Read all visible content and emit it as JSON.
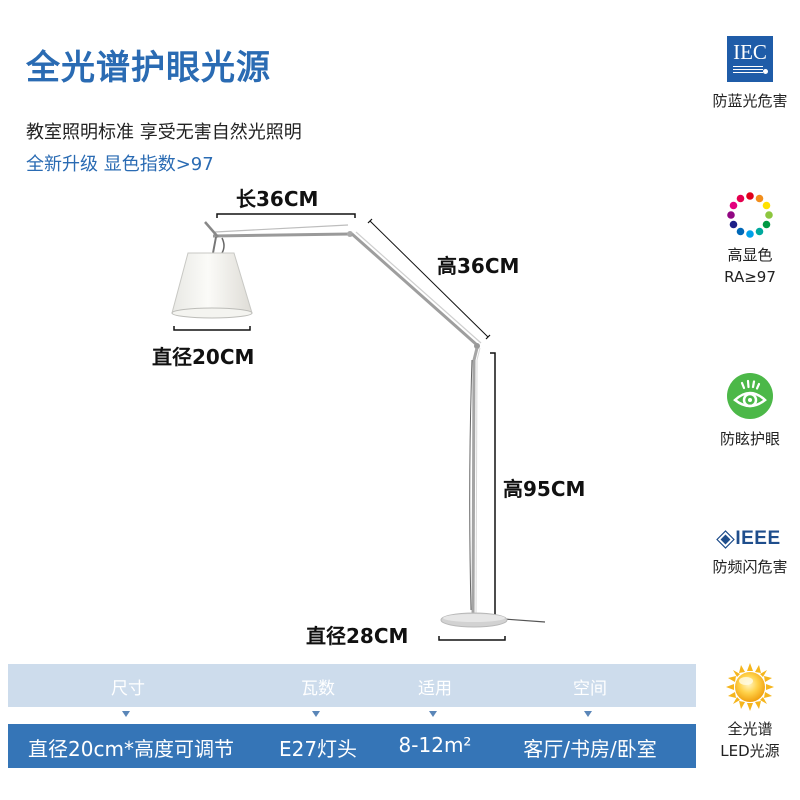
{
  "header": {
    "title": "全光谱护眼光源",
    "subtitle": "教室照明标准 享受无害自然光照明",
    "highlight": "全新升级 显色指数>97"
  },
  "dimensions": {
    "arm_length": "长36CM",
    "arm_height": "高36CM",
    "shade_diameter": "直径20CM",
    "pole_height": "高95CM",
    "base_diameter": "直径28CM"
  },
  "features": [
    {
      "icon": "iec-logo-icon",
      "icon_text": "IEC",
      "label": "防蓝光危害"
    },
    {
      "icon": "color-wheel-icon",
      "label": "高显色",
      "label2": "RA≥97"
    },
    {
      "icon": "eye-protection-icon",
      "label": "防眩护眼"
    },
    {
      "icon": "ieee-logo-icon",
      "icon_text": "IEEE",
      "label": "防频闪危害"
    },
    {
      "icon": "sun-icon",
      "label": "全光谱",
      "label2": "LED光源"
    }
  ],
  "spec_table": {
    "headers": [
      "尺寸",
      "瓦数",
      "适用",
      "空间"
    ],
    "values": [
      "直径20cm*高度可调节",
      "E27灯头",
      "8-12m²",
      "客厅/书房/卧室"
    ]
  },
  "colors": {
    "brand_blue": "#2a6bb3",
    "table_header_bg": "#cddcec",
    "table_body_bg": "#3575b7",
    "eye_icon_green": "#4cb848",
    "iec_blue": "#1f5ca8"
  }
}
